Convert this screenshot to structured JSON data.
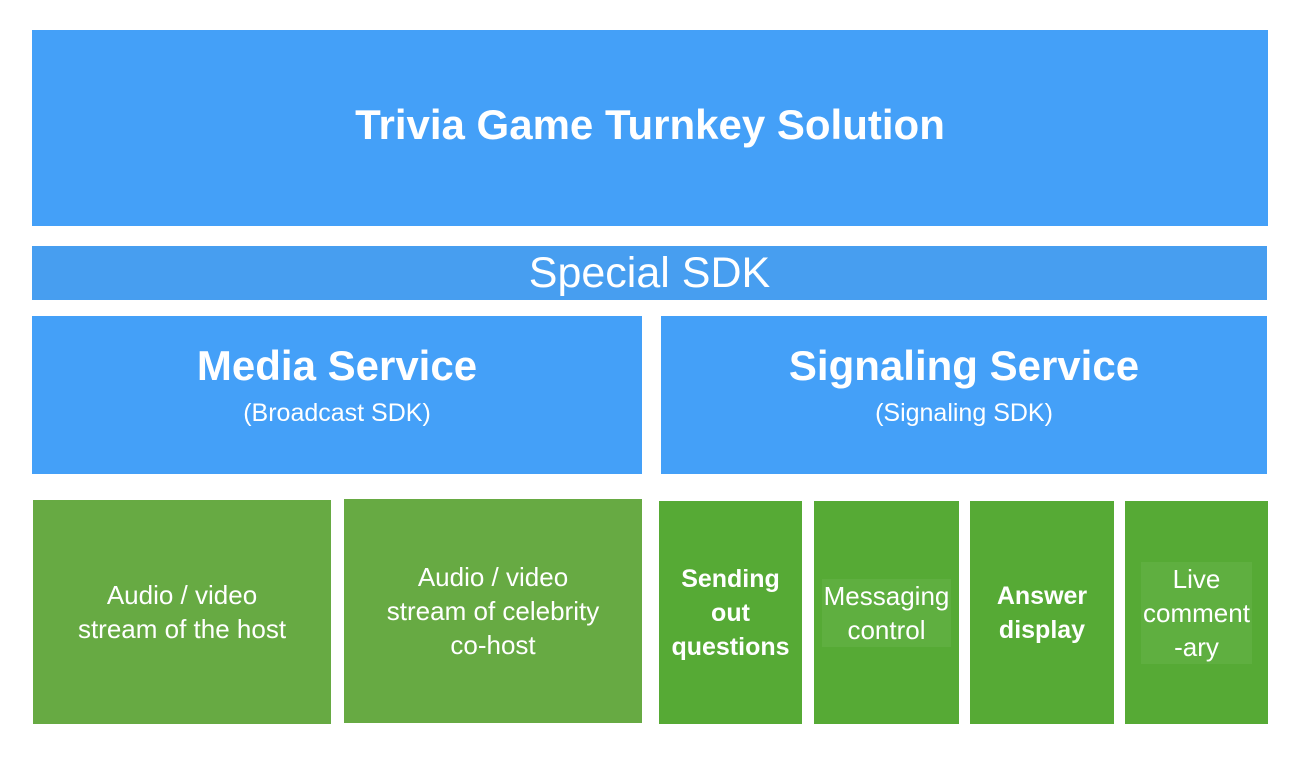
{
  "title": "Trivia Game Turnkey Solution",
  "sdk": "Special SDK",
  "services": [
    {
      "title": "Media Service",
      "subtitle": "(Broadcast SDK)"
    },
    {
      "title": "Signaling Service",
      "subtitle": "(Signaling SDK)"
    }
  ],
  "features": [
    "Audio / video\nstream of the host",
    "Audio / video\nstream of celebrity\nco-host",
    "Sending\nout\nquestions",
    "Messaging\ncontrol",
    "Answer\ndisplay",
    "Live\ncomment\n-ary"
  ],
  "colors": {
    "blue": "#44a0f8",
    "green": "#67aa43",
    "green_bright": "#56aa35"
  }
}
